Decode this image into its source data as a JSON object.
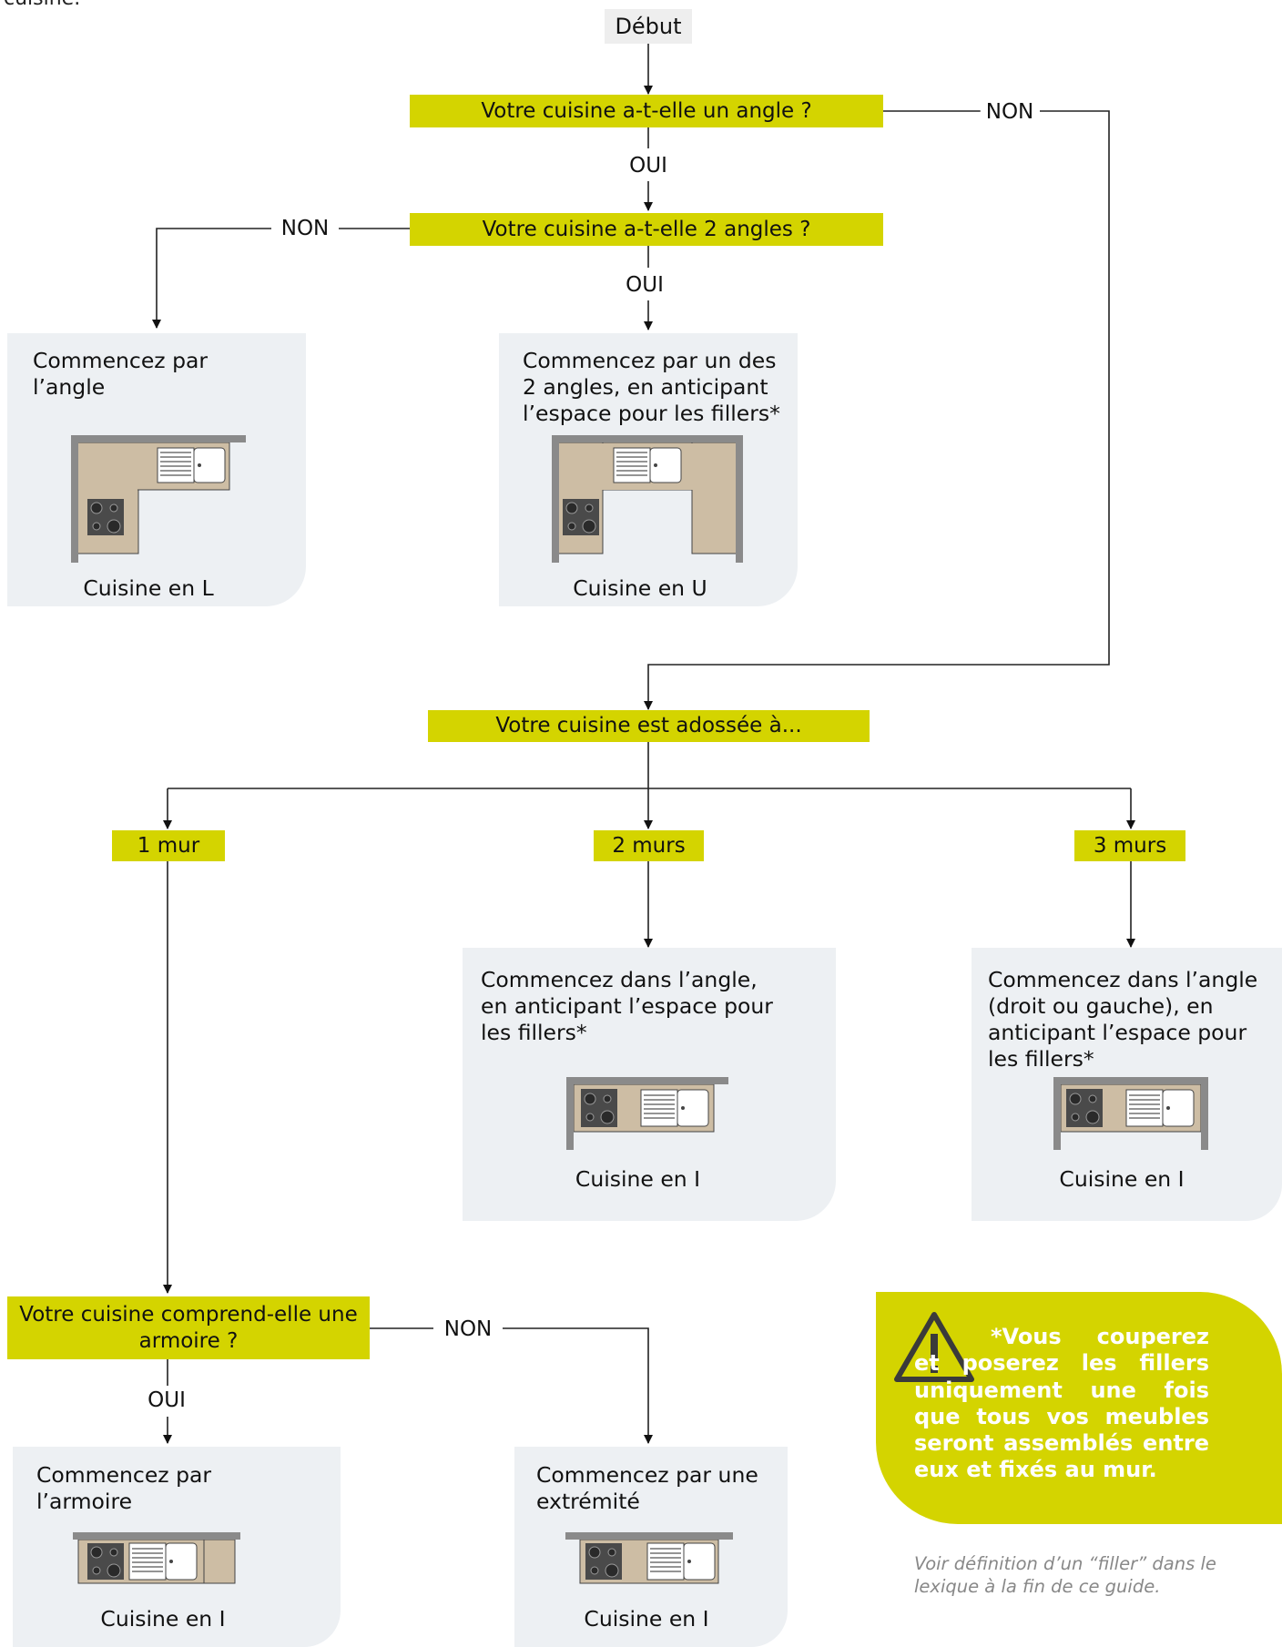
{
  "header": {
    "fragment": "cuisine."
  },
  "start": {
    "label": "Début"
  },
  "questions": {
    "angle": "Votre cuisine a-t-elle un angle ?",
    "two_angles": "Votre cuisine a-t-elle 2 angles ?",
    "adossee": "Votre cuisine est adossée à...",
    "armoire": "Votre cuisine comprend-elle une armoire ?"
  },
  "options": {
    "one_wall": "1 mur",
    "two_walls": "2 murs",
    "three_walls": "3 murs"
  },
  "answers": {
    "angle_no": "NON",
    "angle_yes": "OUI",
    "two_angles_no": "NON",
    "two_angles_yes": "OUI",
    "armoire_no": "NON",
    "armoire_yes": "OUI"
  },
  "results": {
    "l_shape": {
      "text": "Commencez par l’angle",
      "caption": "Cuisine en L"
    },
    "u_shape": {
      "text": "Commencez par un des 2 angles, en anticipant l’espace pour les fillers*",
      "caption": "Cuisine en U"
    },
    "two_walls": {
      "text": "Commencez dans l’angle, en anticipant l’espace pour les fillers*",
      "caption": "Cuisine en I"
    },
    "three_walls": {
      "text": "Commencez dans l’angle (droit ou gauche), en anticipant l’espace pour les fillers*",
      "caption": "Cuisine en I"
    },
    "armoire": {
      "text": "Commencez par l’armoire",
      "caption": "Cuisine en I"
    },
    "extremite": {
      "text": "Commencez par une extrémité",
      "caption": "Cuisine en I"
    }
  },
  "note": {
    "text": "*Vous couperez et poserez les fillers uniquement une fois que tous vos meubles seront assemblés entre eux et fixés au mur.",
    "reference": "Voir définition d’un “filler” dans le lexique à la fin de ce guide."
  },
  "colors": {
    "accent": "#d4d400",
    "card_bg": "#edf0f3",
    "counter": "#cdbda4",
    "wall": "#8a8a8a",
    "hob": "#4a4a4a"
  }
}
